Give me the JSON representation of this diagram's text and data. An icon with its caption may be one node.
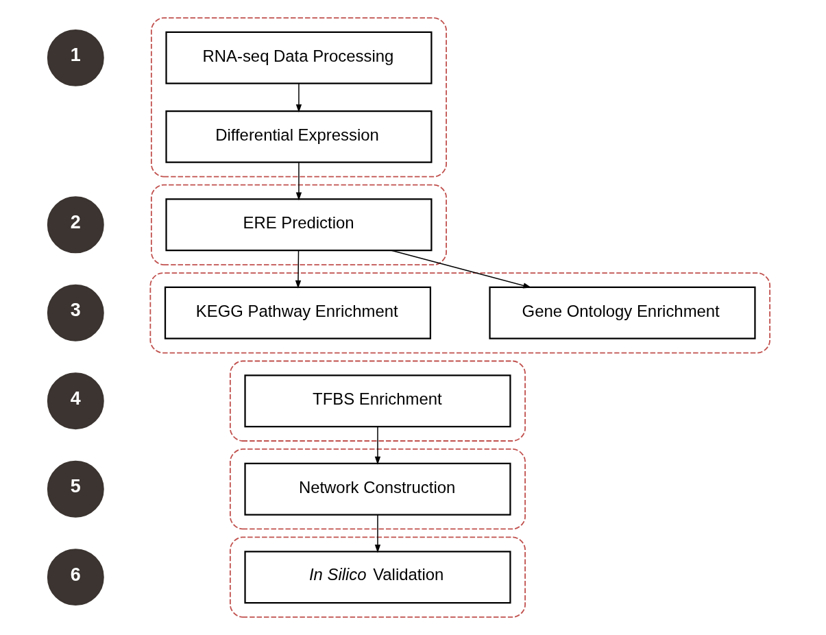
{
  "diagram": {
    "nodes": [
      {
        "text": [
          "1"
        ]
      },
      {
        "text": [],
        "shape": "box"
      },
      {
        "text": [
          "RNA-seq Data Processing"
        ],
        "in": 1
      },
      {
        "text": [
          "Differential Expression"
        ],
        "in": 1
      },
      {
        "text": [
          "2"
        ]
      },
      {
        "text": [],
        "shape": "box"
      },
      {
        "text": [
          "ERE Prediction"
        ],
        "in": 5
      },
      {
        "text": [
          "3"
        ]
      },
      {
        "text": [],
        "shape": "box"
      },
      {
        "text": [
          "Gene Ontology Enrichment"
        ],
        "in": 8
      },
      {
        "text": [
          "KEGG Pathway Enrichment"
        ],
        "in": 8
      },
      {
        "text": [
          "4"
        ]
      },
      {
        "text": [],
        "shape": "box"
      },
      {
        "text": [
          "TFBS Enrichment"
        ],
        "in": 12
      },
      {
        "text": [
          "5"
        ]
      },
      {
        "text": [],
        "shape": "box"
      },
      {
        "text": [
          "Network Construction"
        ],
        "in": 15
      },
      {
        "text": [
          "6"
        ]
      },
      {
        "text": [],
        "shape": "box"
      },
      {
        "text": [
          "*In Silico* Validation"
        ],
        "in": 18
      }
    ],
    "edges": [
      {
        "from": 2,
        "to": 3,
        "arrow": "to"
      },
      {
        "from": 3,
        "to": 6,
        "arrow": "to"
      },
      {
        "from": 6,
        "to": 9,
        "arrow": "to"
      },
      {
        "from": 6,
        "to": 10,
        "arrow": "to"
      },
      {
        "from": 13,
        "to": 16,
        "arrow": "to"
      },
      {
        "from": 16,
        "to": 19,
        "arrow": "to"
      }
    ]
  }
}
